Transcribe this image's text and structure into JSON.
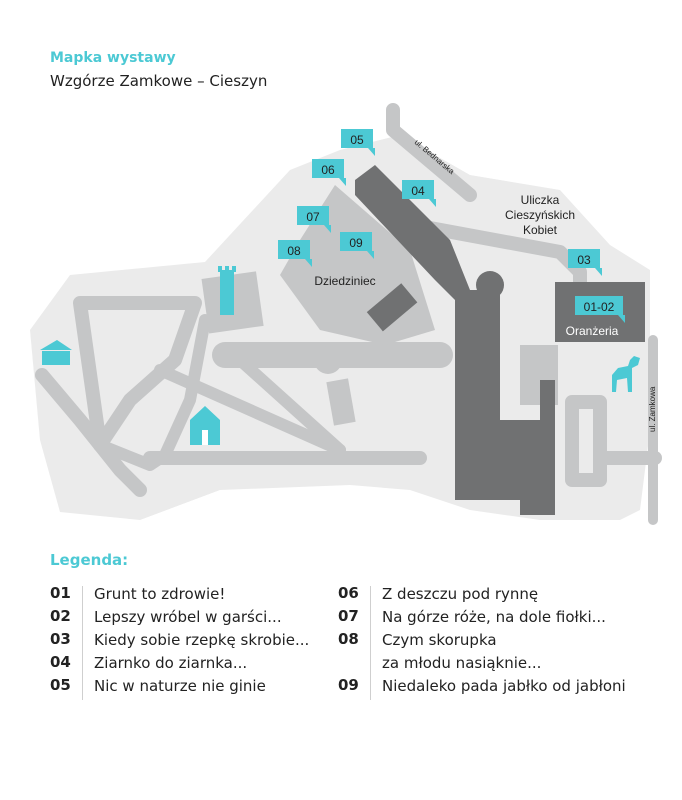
{
  "header": {
    "title": "Mapka wystawy",
    "subtitle": "Wzgórze Zamkowe – Cieszyn"
  },
  "map": {
    "colors": {
      "ground": "#ebebeb",
      "path": "#c5c6c7",
      "building_dark": "#707172",
      "marker": "#4cc9d4",
      "icon": "#4cc9d4"
    },
    "place_labels": {
      "dziedziniec": "Dziedziniec",
      "oranzeria": "Oranżeria",
      "uliczka_line1": "Uliczka",
      "uliczka_line2": "Cieszyńskich",
      "uliczka_line3": "Kobiet",
      "ul_bednarska": "ul. Bednarska",
      "ul_zamkowa": "ul. Zamkowa"
    },
    "markers": [
      "05",
      "06",
      "04",
      "07",
      "09",
      "08",
      "03",
      "01-02"
    ],
    "icons": [
      "tower-icon",
      "house-icon",
      "house-icon",
      "deer-icon"
    ]
  },
  "legend": {
    "title": "Legenda:",
    "left": [
      {
        "num": "01",
        "text": "Grunt to zdrowie!"
      },
      {
        "num": "02",
        "text": "Lepszy wróbel w garści..."
      },
      {
        "num": "03",
        "text": "Kiedy sobie rzepkę skrobie..."
      },
      {
        "num": "04",
        "text": "Ziarnko do ziarnka..."
      },
      {
        "num": "05",
        "text": "Nic w naturze nie ginie"
      }
    ],
    "right": [
      {
        "num": "06",
        "text": "Z deszczu pod rynnę"
      },
      {
        "num": "07",
        "text": "Na górze róże, na dole fiołki..."
      },
      {
        "num": "08",
        "text": "Czym skorupka"
      },
      {
        "num": "",
        "text": "za młodu nasiąknie..."
      },
      {
        "num": "09",
        "text": "Niedaleko pada jabłko od jabłoni"
      }
    ]
  }
}
